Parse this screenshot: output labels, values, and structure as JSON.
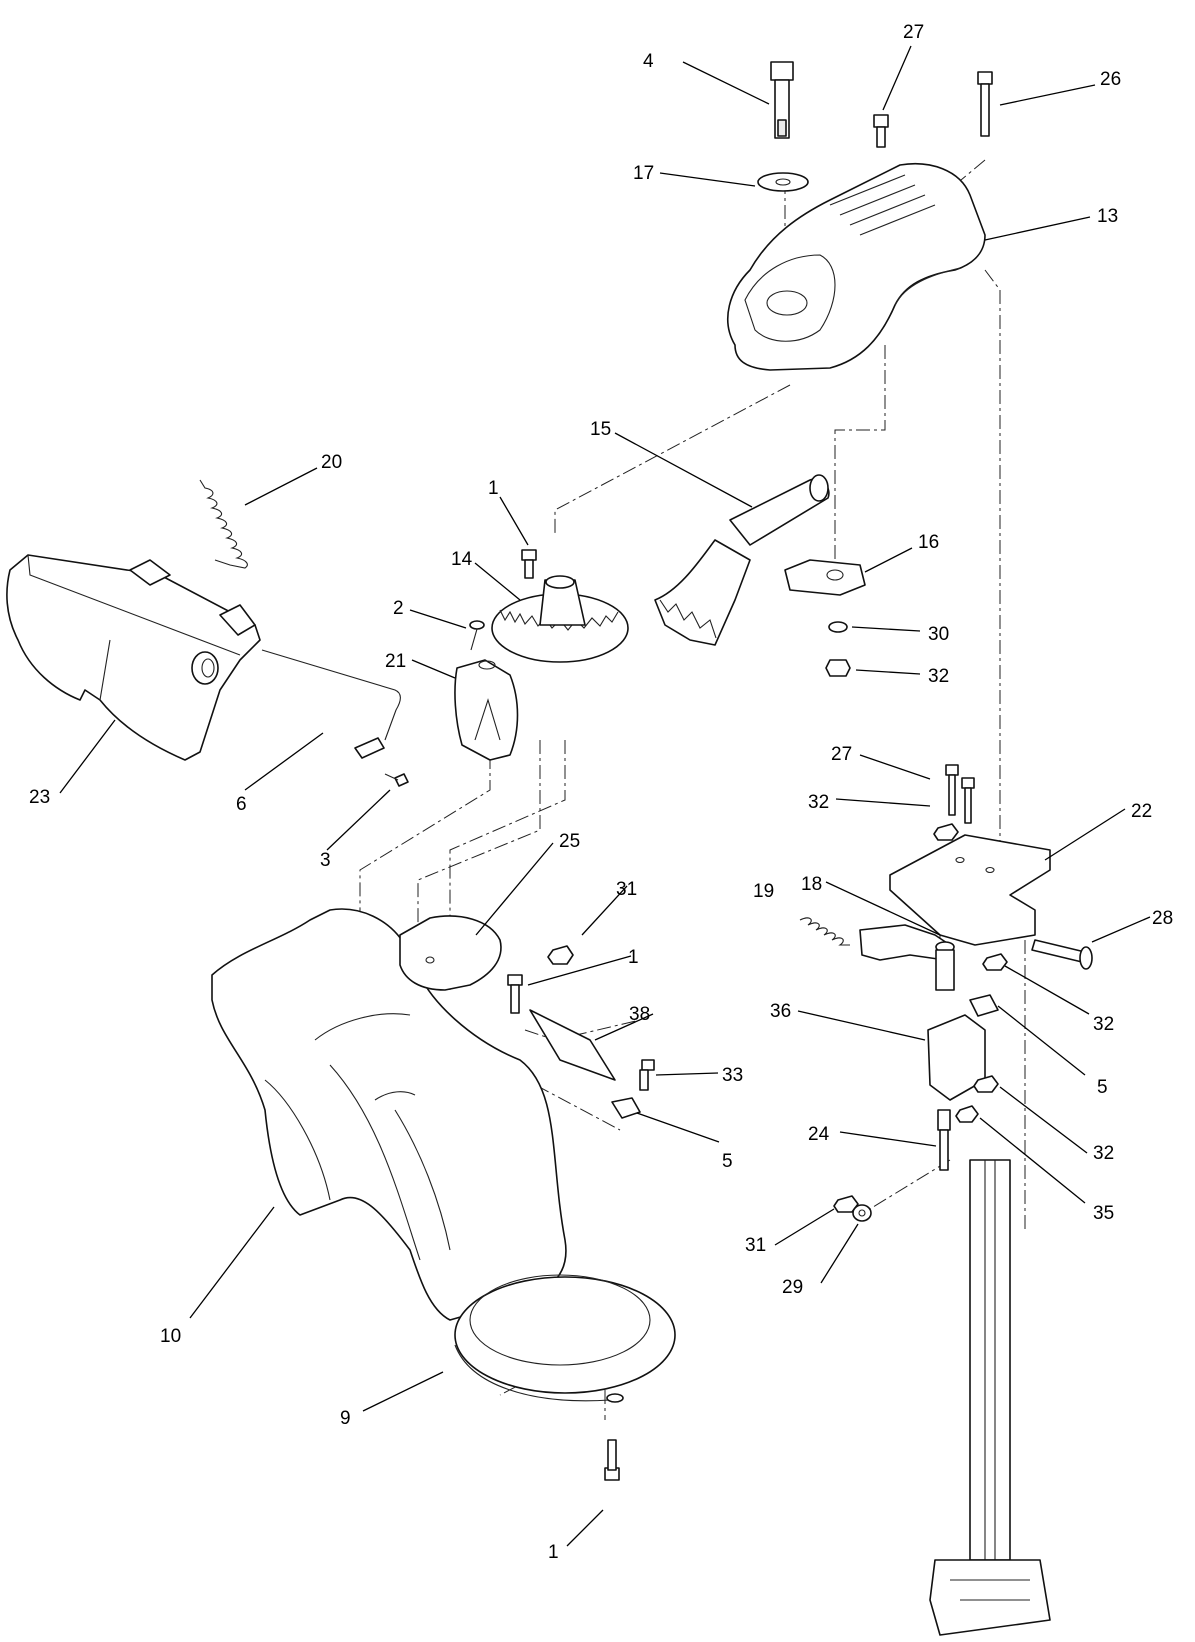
{
  "callouts": [
    {
      "id": "c4",
      "text": "4"
    },
    {
      "id": "c27a",
      "text": "27"
    },
    {
      "id": "c26",
      "text": "26"
    },
    {
      "id": "c17",
      "text": "17"
    },
    {
      "id": "c13",
      "text": "13"
    },
    {
      "id": "c15",
      "text": "15"
    },
    {
      "id": "c20",
      "text": "20"
    },
    {
      "id": "c1a",
      "text": "1"
    },
    {
      "id": "c14",
      "text": "14"
    },
    {
      "id": "c16",
      "text": "16"
    },
    {
      "id": "c2",
      "text": "2"
    },
    {
      "id": "c30",
      "text": "30"
    },
    {
      "id": "c21",
      "text": "21"
    },
    {
      "id": "c32a",
      "text": "32"
    },
    {
      "id": "c23",
      "text": "23"
    },
    {
      "id": "c6",
      "text": "6"
    },
    {
      "id": "c3",
      "text": "3"
    },
    {
      "id": "c27b",
      "text": "27"
    },
    {
      "id": "c32b",
      "text": "32"
    },
    {
      "id": "c22",
      "text": "22"
    },
    {
      "id": "c25",
      "text": "25"
    },
    {
      "id": "c31a",
      "text": "31"
    },
    {
      "id": "c19",
      "text": "19"
    },
    {
      "id": "c18",
      "text": "18"
    },
    {
      "id": "c28",
      "text": "28"
    },
    {
      "id": "c1b",
      "text": "1"
    },
    {
      "id": "c38",
      "text": "38"
    },
    {
      "id": "c32c",
      "text": "32"
    },
    {
      "id": "c36",
      "text": "36"
    },
    {
      "id": "c33",
      "text": "33"
    },
    {
      "id": "c5a",
      "text": "5"
    },
    {
      "id": "c5b",
      "text": "5"
    },
    {
      "id": "c24",
      "text": "24"
    },
    {
      "id": "c32d",
      "text": "32"
    },
    {
      "id": "c35",
      "text": "35"
    },
    {
      "id": "c31b",
      "text": "31"
    },
    {
      "id": "c29",
      "text": "29"
    },
    {
      "id": "c10",
      "text": "10"
    },
    {
      "id": "c9",
      "text": "9"
    },
    {
      "id": "c1c",
      "text": "1"
    }
  ]
}
